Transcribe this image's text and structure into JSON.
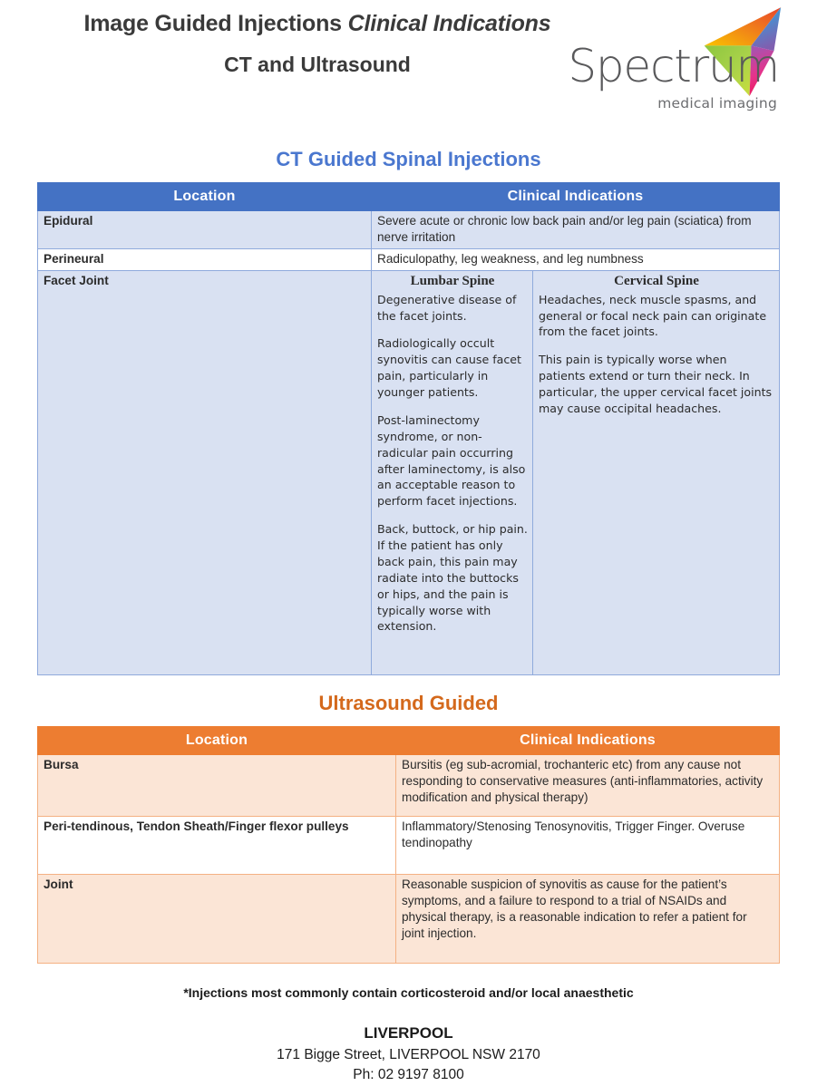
{
  "header": {
    "title_line1_normal": "Image Guided Injections ",
    "title_line1_italic": "Clinical Indications",
    "title_line2": "CT and Ultrasound",
    "logo_word": "Spectrum",
    "logo_tagline": "medical imaging",
    "logo_icon": "spectrum-arrow-logo"
  },
  "ct_section": {
    "heading": "CT Guided Spinal Injections",
    "accent_color": "#4472C4",
    "heading_color": "#4A77CF",
    "row_shade_color": "#D9E1F2",
    "columns": [
      "Location",
      "Clinical Indications"
    ],
    "rows": [
      {
        "location": "Epidural",
        "indication": "Severe acute or chronic low back pain and/or leg pain (sciatica) from nerve irritation"
      },
      {
        "location": "Perineural",
        "indication": "Radiculopathy, leg weakness, and leg numbness"
      }
    ],
    "facet_row": {
      "location": "Facet Joint",
      "lumbar": {
        "subheading": "Lumbar Spine",
        "paragraphs": [
          "Degenerative disease of the facet joints.",
          "Radiologically occult synovitis can cause facet pain, particularly in younger patients.",
          "Post-laminectomy syndrome, or non-radicular pain occurring after laminectomy, is also an acceptable reason to perform facet injections.",
          "Back, buttock, or hip pain. If the patient has only back pain, this pain may radiate into the buttocks or hips, and the pain is typically worse with extension."
        ]
      },
      "cervical": {
        "subheading": "Cervical Spine",
        "paragraphs": [
          "Headaches, neck muscle spasms, and general or focal neck pain can originate from the facet joints.",
          "This pain is typically worse when patients extend or turn their neck. In particular, the upper cervical facet joints may cause occipital headaches."
        ]
      }
    }
  },
  "us_section": {
    "heading": "Ultrasound Guided",
    "accent_color": "#ED7D31",
    "heading_color": "#D4691C",
    "row_shade_color": "#FBE5D6",
    "columns": [
      "Location",
      "Clinical Indications"
    ],
    "rows": [
      {
        "location": "Bursa",
        "indication": "Bursitis (eg sub-acromial, trochanteric etc) from any cause not responding to conservative measures (anti-inflammatories, activity modification and physical therapy)"
      },
      {
        "location": "Peri-tendinous, Tendon Sheath/Finger flexor pulleys",
        "indication": "Inflammatory/Stenosing Tenosynovitis, Trigger Finger. Overuse tendinopathy"
      },
      {
        "location": "Joint",
        "indication": "Reasonable suspicion of synovitis as cause for the patient’s symptoms, and a failure to respond to a trial of NSAIDs and physical therapy, is a reasonable indication to refer a patient for\njoint injection."
      }
    ]
  },
  "footer": {
    "footnote": "*Injections most commonly contain corticosteroid and/or local anaesthetic",
    "city": "LIVERPOOL",
    "address": "171 Bigge Street, LIVERPOOL NSW 2170",
    "phone": "Ph: 02 9197 8100"
  }
}
